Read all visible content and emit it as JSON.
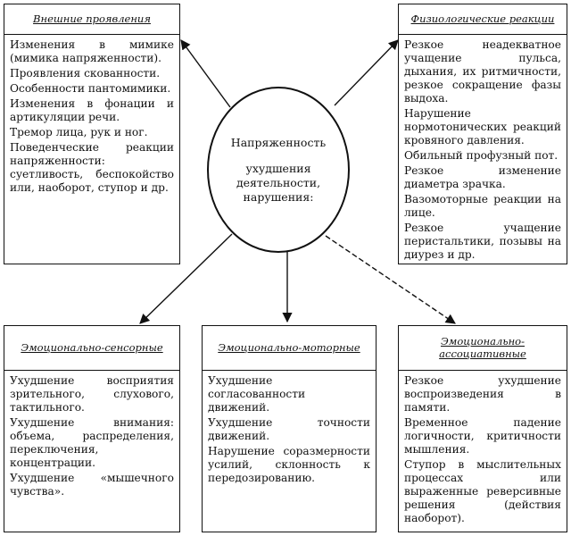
{
  "boxes": {
    "external": {
      "title": "Внешние проявления",
      "items": [
        "Изменения в мимике (мимика напряженности).",
        "Проявления скованности.",
        "Особенности пантомимики.",
        "Изменения в фонации и артикуляции речи.",
        "Тремор лица, рук и ног.",
        "Поведенческие реакции напряженности: суетливость, беспокойство или, наоборот, ступор и др."
      ]
    },
    "physiological": {
      "title": "Физиологические реакции",
      "items": [
        "Резкое неадекватное учащение пульса, дыхания, их ритмичности, резкое сокращение фазы выдоха.",
        "Нарушение нормотонических реакций кровяного давления.",
        "Обильный профузный пот.",
        "Резкое изменение диаметра зрачка.",
        "Вазомоторные реакции на лице.",
        "Резкое учащение перистальтики, позывы на диурез и др."
      ]
    },
    "sensory": {
      "title": "Эмоционально-сенсорные",
      "items": [
        "Ухудшение восприятия зрительного, слухового, тактильного.",
        "Ухудшение внимания: объема, распределения, переключения, концентрации.",
        "Ухудшение «мышечного чувства»."
      ]
    },
    "motor": {
      "title": "Эмоционально-моторные",
      "items": [
        "Ухудшение согласованности движений.",
        "Ухудшение точности движений.",
        "Нарушение соразмерности усилий, склонность к передозированию."
      ]
    },
    "associative": {
      "title": "Эмоционально-ассоциативные",
      "items": [
        "Резкое ухудшение воспроизведения в памяти.",
        "Временное падение логичности, критичности мышления.",
        "Ступор в мыслительных процессах или выраженные реверсивные решения (действия наоборот)."
      ]
    }
  },
  "center": {
    "title": "Напряженность",
    "subtitle": "ухудшения деятельности, нарушения:"
  }
}
